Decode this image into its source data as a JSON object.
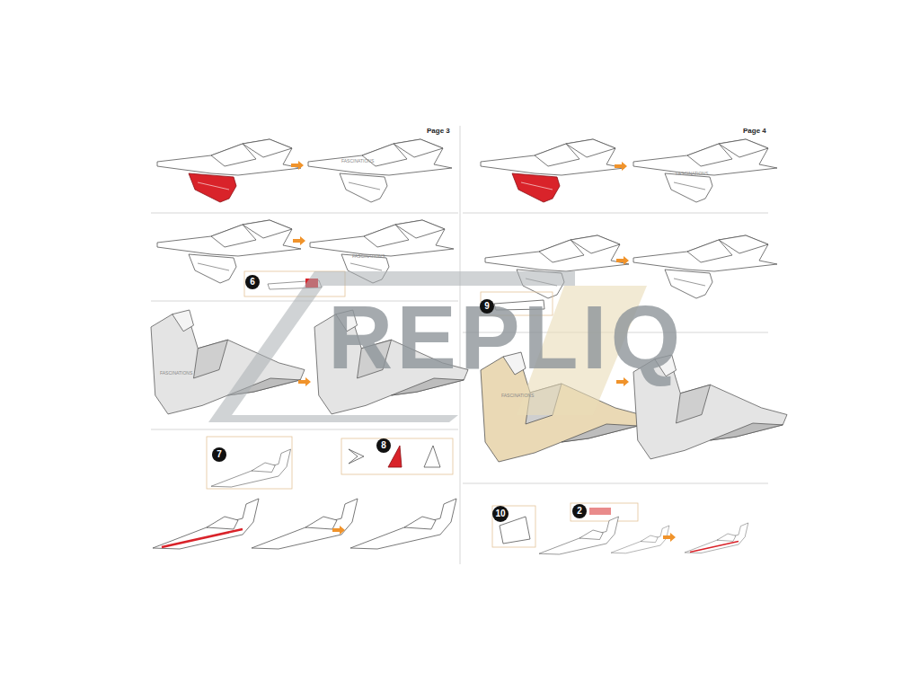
{
  "diagram": {
    "nodes": [
      {
        "text": [
          "6"
        ]
      },
      {
        "text": [
          "7"
        ]
      },
      {
        "text": [
          "8"
        ]
      },
      {
        "text": [
          "9"
        ]
      },
      {
        "text": [
          "10"
        ]
      },
      {
        "text": [
          "2"
        ]
      }
    ],
    "labels": [
      "Page 3",
      "Page 4",
      "REPLIQ",
      "FASCINATIONS",
      "FASCINATIONS",
      "FASCINATIONS",
      "FASCINATIONS",
      "FASCINATIONS"
    ]
  }
}
